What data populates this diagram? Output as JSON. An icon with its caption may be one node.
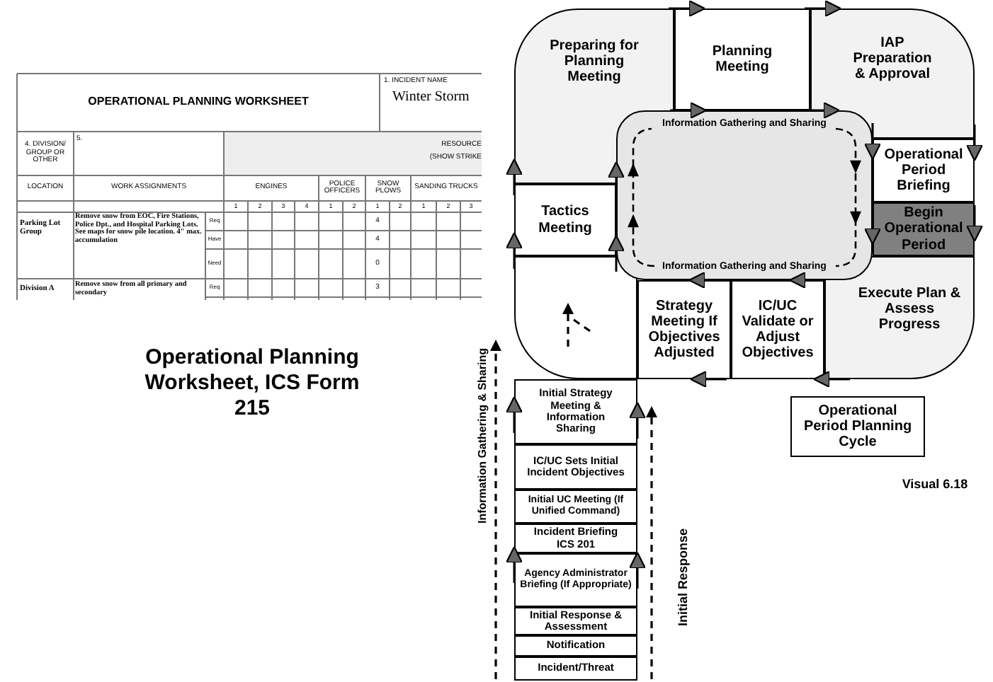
{
  "diagram": {
    "nodes": [
      {
        "text": [
          "Preparing for Planning Meeting"
        ]
      },
      {
        "text": [
          "Planning Meeting"
        ]
      },
      {
        "text": [
          "IAP Preparation & Approval"
        ]
      },
      {
        "text": [
          "Operational Period Briefing"
        ]
      },
      {
        "text": [
          "Begin Operational Period"
        ]
      },
      {
        "text": [
          "Execute Plan & Assess Progress"
        ]
      },
      {
        "text": [
          "IC/UC Validate or Adjust Objectives"
        ]
      },
      {
        "text": [
          "Strategy Meeting If Objectives Adjusted"
        ]
      },
      {
        "text": [],
        "shape": "box"
      },
      {
        "text": [
          "Tactics Meeting"
        ]
      },
      {
        "text": [
          "Information Gathering and Sharing",
          "Information Gathering and Sharing"
        ]
      },
      {
        "text": [
          "Initial Strategy Meeting & Information Sharing"
        ]
      },
      {
        "text": [
          "IC/UC Sets Initial Incident Objectives"
        ]
      },
      {
        "text": [
          "Initial UC Meeting (If Unified Command)"
        ]
      },
      {
        "text": [
          "Incident Briefing ICS 201"
        ]
      },
      {
        "text": [
          "Agency Administrator Briefing (If Appropriate)"
        ]
      },
      {
        "text": [
          "Initial Response & Assessment"
        ]
      },
      {
        "text": [
          "Notification"
        ]
      },
      {
        "text": [
          "Incident/Threat"
        ]
      },
      {
        "text": [
          "Operational Period Planning Cycle"
        ]
      }
    ],
    "edges": [
      {
        "from": 0,
        "to": 1,
        "arrow": "to"
      },
      {
        "from": 1,
        "to": 2,
        "arrow": "to"
      },
      {
        "from": 2,
        "to": 3,
        "arrow": "to"
      },
      {
        "from": 3,
        "to": 4,
        "arrow": "to"
      },
      {
        "from": 5,
        "to": 6,
        "arrow": "to"
      },
      {
        "from": 6,
        "to": 7,
        "arrow": "to"
      },
      {
        "from": 8,
        "to": 9,
        "arrow": "to"
      },
      {
        "from": 9,
        "to": 0,
        "arrow": "to"
      },
      {
        "from": 11,
        "to": 8,
        "arrow": "to"
      },
      {
        "from": 15,
        "to": 14,
        "arrow": "to"
      },
      {
        "from": 0,
        "to": 1,
        "arrow": "to"
      },
      {
        "from": 1,
        "to": 2,
        "arrow": "to"
      },
      {
        "from": 2,
        "to": 3,
        "arrow": "to"
      },
      {
        "from": 3,
        "to": 4,
        "arrow": "to"
      },
      {
        "from": 5,
        "to": 6,
        "arrow": "to"
      },
      {
        "from": 6,
        "to": 7,
        "arrow": "to"
      },
      {
        "from": 8,
        "to": 9,
        "arrow": "to"
      },
      {
        "from": 9,
        "to": 0,
        "arrow": "to"
      },
      {
        "from": 11,
        "to": 8,
        "arrow": "to"
      },
      {
        "from": 15,
        "to": 14,
        "arrow": "to"
      }
    ],
    "labels": [
      "OPERATIONAL PLANNING WORKSHEET",
      "1. INCIDENT NAME",
      "Winter Storm",
      "4. DIVISION/ GROUP OR OTHER",
      "5.",
      "RESOURCE",
      "(SHOW STRIKE",
      "LOCATION",
      "WORK ASSIGNMENTS",
      "ENGINES",
      "POLICE OFFICERS",
      "SNOW PLOWS",
      "SANDING TRUCKS",
      "1",
      "2",
      "3",
      "4",
      "1",
      "2",
      "1",
      "2",
      "1",
      "2",
      "3",
      "Parking Lot Group",
      "Remove snow from EOC, Fire Stations, Police Dpt., and Hospital Parking Lots. See maps for snow pile location. 4\" max. accumulation",
      "Req",
      "Have",
      "Need",
      "4",
      "4",
      "0",
      "Division A",
      "Remove snow from all primary and secondary",
      "Req",
      "3",
      "Operational Planning Worksheet, ICS Form 215",
      "Information Gathering & Sharing",
      "Initial Response",
      "Visual 6.18"
    ]
  }
}
